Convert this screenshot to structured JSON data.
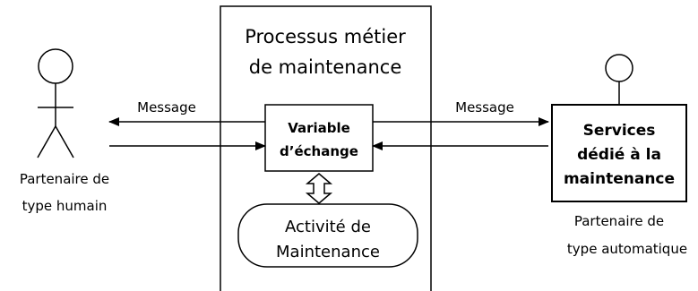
{
  "process_box": {
    "title_line1": "Processus métier",
    "title_line2": "de maintenance"
  },
  "variable_box": {
    "line1": "Variable",
    "line2": "d’échange"
  },
  "activity_box": {
    "line1": "Activité de",
    "line2": "Maintenance"
  },
  "services_box": {
    "line1": "Services",
    "line2": "dédié à la",
    "line3": "maintenance"
  },
  "message_left": "Message",
  "message_right": "Message",
  "partner_human": {
    "line1": "Partenaire de",
    "line2": "type humain"
  },
  "partner_auto": {
    "line1": "Partenaire de",
    "line2": "type automatique"
  },
  "icons": [
    "stick-figure-icon",
    "lollipop-interface-icon"
  ]
}
